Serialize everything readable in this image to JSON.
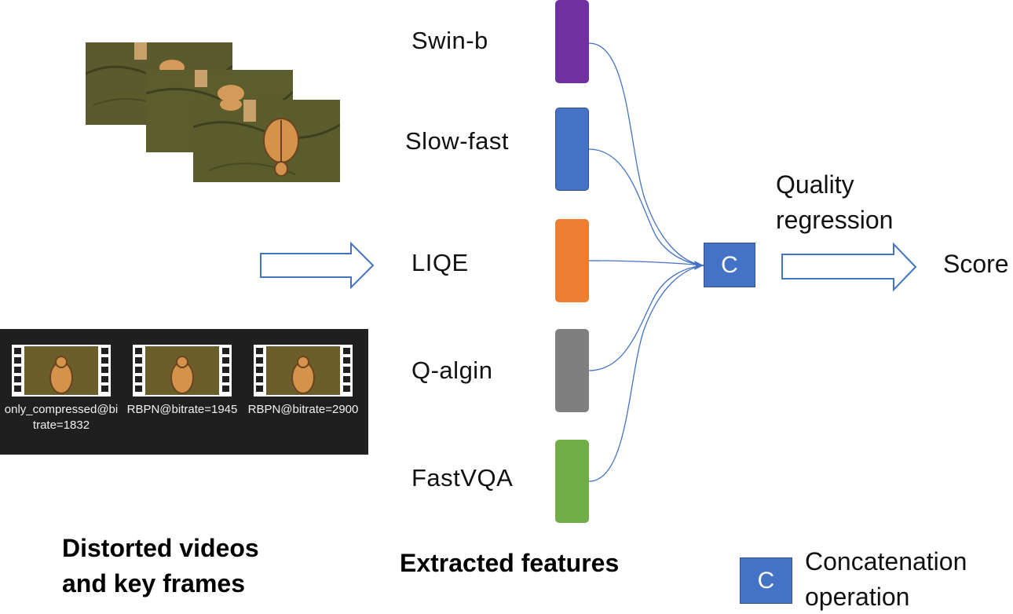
{
  "features": [
    {
      "label": "Swin-b",
      "color": "#7030A0"
    },
    {
      "label": "Slow-fast",
      "color": "#4472C4"
    },
    {
      "label": "LIQE",
      "color": "#ED7D31"
    },
    {
      "label": "Q-algin",
      "color": "#7F7F7F"
    },
    {
      "label": "FastVQA",
      "color": "#70AD47"
    }
  ],
  "concat_symbol": "C",
  "quality_regression": [
    "Quality",
    "regression"
  ],
  "score_label": "Score",
  "video_labels": [
    "only_compressed@bitrate=1832",
    "RBPN@bitrate=1945",
    "RBPN@bitrate=2900"
  ],
  "captions": {
    "left": [
      "Distorted videos",
      "and key frames"
    ],
    "middle": "Extracted features"
  },
  "legend": {
    "symbol": "C",
    "text": [
      "Concatenation",
      "operation"
    ]
  },
  "colors": {
    "accent": "#4472C4",
    "video_strip_bg": "#1f1f1f",
    "game_ground": "#5a5a2a"
  }
}
